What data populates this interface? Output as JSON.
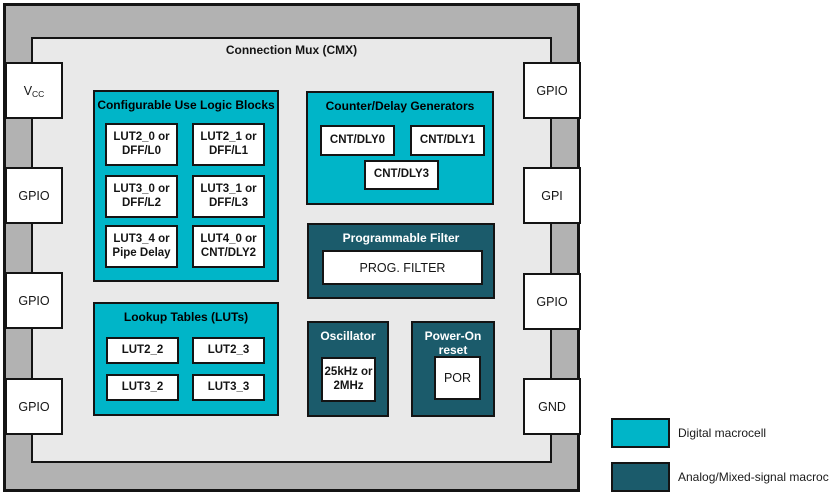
{
  "chip": {
    "title": "Connection Mux (CMX)",
    "pins": {
      "left": [
        {
          "label": "V",
          "sub": "CC"
        },
        {
          "label": "GPIO",
          "sub": ""
        },
        {
          "label": "GPIO",
          "sub": ""
        },
        {
          "label": "GPIO",
          "sub": ""
        }
      ],
      "right": [
        {
          "label": "GPIO",
          "sub": ""
        },
        {
          "label": "GPI",
          "sub": ""
        },
        {
          "label": "GPIO",
          "sub": ""
        },
        {
          "label": "GND",
          "sub": ""
        }
      ]
    },
    "blocks": {
      "culb": {
        "title": "Configurable Use Logic Blocks",
        "cells": [
          {
            "l1": "LUT2_0 or",
            "l2": "DFF/L0"
          },
          {
            "l1": "LUT2_1 or",
            "l2": "DFF/L1"
          },
          {
            "l1": "LUT3_0 or",
            "l2": "DFF/L2"
          },
          {
            "l1": "LUT3_1 or",
            "l2": "DFF/L3"
          },
          {
            "l1": "LUT3_4 or",
            "l2": "Pipe Delay"
          },
          {
            "l1": "LUT4_0 or",
            "l2": "CNT/DLY2"
          }
        ]
      },
      "cdg": {
        "title": "Counter/Delay Generators",
        "cells": [
          "CNT/DLY0",
          "CNT/DLY1",
          "CNT/DLY3"
        ]
      },
      "pf": {
        "title": "Programmable Filter",
        "cell": "PROG. FILTER"
      },
      "luts": {
        "title": "Lookup Tables (LUTs)",
        "cells": [
          "LUT2_2",
          "LUT2_3",
          "LUT3_2",
          "LUT3_3"
        ]
      },
      "osc": {
        "title": "Oscillator",
        "cell": {
          "l1": "25kHz or",
          "l2": "2MHz"
        }
      },
      "por": {
        "title": {
          "l1": "Power-On",
          "l2": "reset"
        },
        "cell": "POR"
      }
    }
  },
  "legend": {
    "items": [
      {
        "label": "Digital macrocell",
        "color": "#00B5C8"
      },
      {
        "label": "Analog/Mixed-signal macrocell",
        "color": "#1B5B6B"
      }
    ]
  },
  "colors": {
    "digital_macrocell": "#00B5C8",
    "analog_macrocell": "#1B5B6B",
    "chip_frame": "#B2B2B2",
    "chip_interior": "#E9E9E9"
  }
}
